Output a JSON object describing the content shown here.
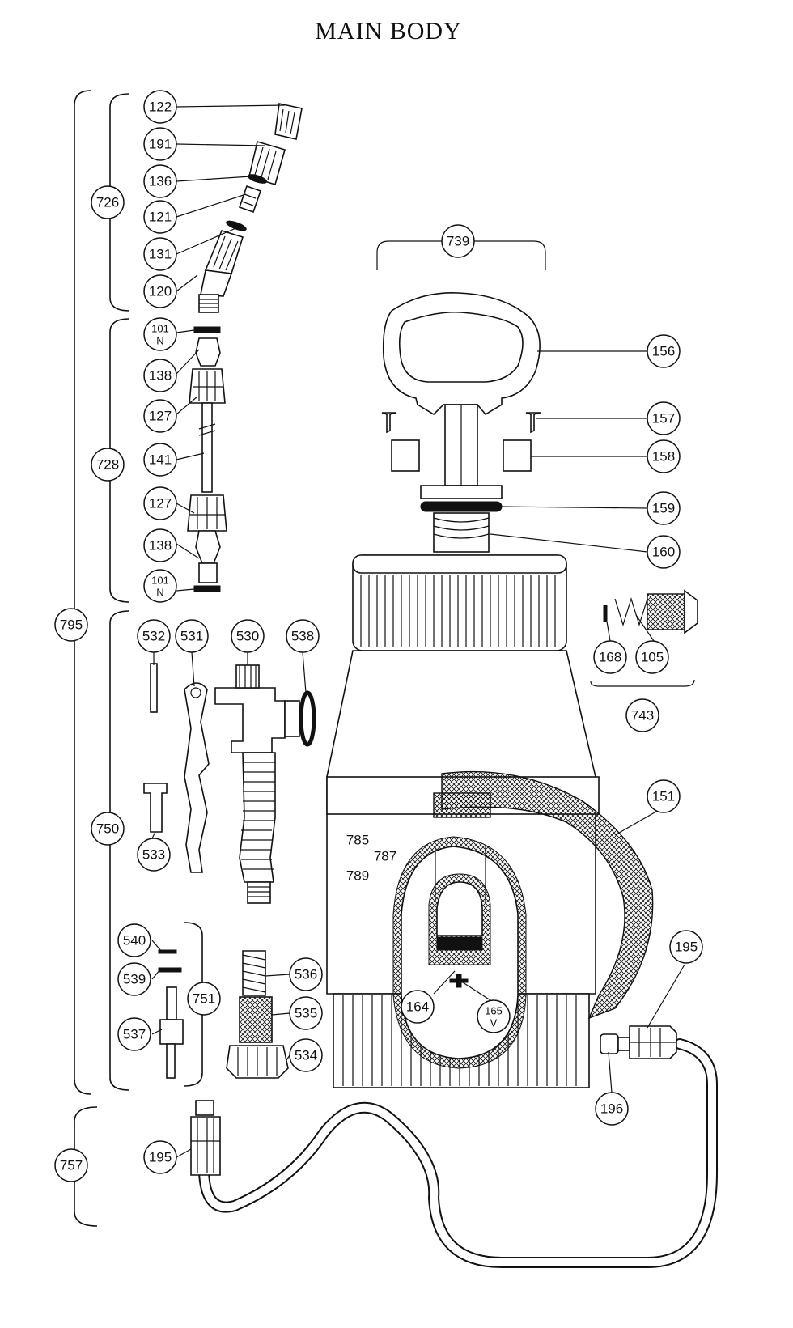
{
  "title": "MAIN BODY",
  "callouts": [
    {
      "id": "c122",
      "label": "122"
    },
    {
      "id": "c191",
      "label": "191"
    },
    {
      "id": "c136",
      "label": "136"
    },
    {
      "id": "c121",
      "label": "121"
    },
    {
      "id": "c131",
      "label": "131"
    },
    {
      "id": "c120",
      "label": "120"
    },
    {
      "id": "c726",
      "label": "726"
    },
    {
      "id": "c101a",
      "label": "101",
      "sub": "N"
    },
    {
      "id": "c138a",
      "label": "138"
    },
    {
      "id": "c127a",
      "label": "127"
    },
    {
      "id": "c141",
      "label": "141"
    },
    {
      "id": "c127b",
      "label": "127"
    },
    {
      "id": "c138b",
      "label": "138"
    },
    {
      "id": "c101b",
      "label": "101",
      "sub": "N"
    },
    {
      "id": "c728",
      "label": "728"
    },
    {
      "id": "c795",
      "label": "795"
    },
    {
      "id": "c532",
      "label": "532"
    },
    {
      "id": "c531",
      "label": "531"
    },
    {
      "id": "c530",
      "label": "530"
    },
    {
      "id": "c538",
      "label": "538"
    },
    {
      "id": "c533",
      "label": "533"
    },
    {
      "id": "c750",
      "label": "750"
    },
    {
      "id": "c540",
      "label": "540"
    },
    {
      "id": "c539",
      "label": "539"
    },
    {
      "id": "c751",
      "label": "751"
    },
    {
      "id": "c537",
      "label": "537"
    },
    {
      "id": "c536",
      "label": "536"
    },
    {
      "id": "c535",
      "label": "535"
    },
    {
      "id": "c534",
      "label": "534"
    },
    {
      "id": "c757",
      "label": "757"
    },
    {
      "id": "c195b",
      "label": "195"
    },
    {
      "id": "c739",
      "label": "739"
    },
    {
      "id": "c156",
      "label": "156"
    },
    {
      "id": "c157",
      "label": "157"
    },
    {
      "id": "c158",
      "label": "158"
    },
    {
      "id": "c159",
      "label": "159"
    },
    {
      "id": "c160",
      "label": "160"
    },
    {
      "id": "c168",
      "label": "168"
    },
    {
      "id": "c105",
      "label": "105"
    },
    {
      "id": "c743",
      "label": "743"
    },
    {
      "id": "c151",
      "label": "151"
    },
    {
      "id": "c195a",
      "label": "195"
    },
    {
      "id": "c196",
      "label": "196"
    },
    {
      "id": "c164",
      "label": "164"
    },
    {
      "id": "c165",
      "label": "165",
      "sub": "V"
    }
  ],
  "tank_labels": [
    "785",
    "787",
    "789"
  ]
}
